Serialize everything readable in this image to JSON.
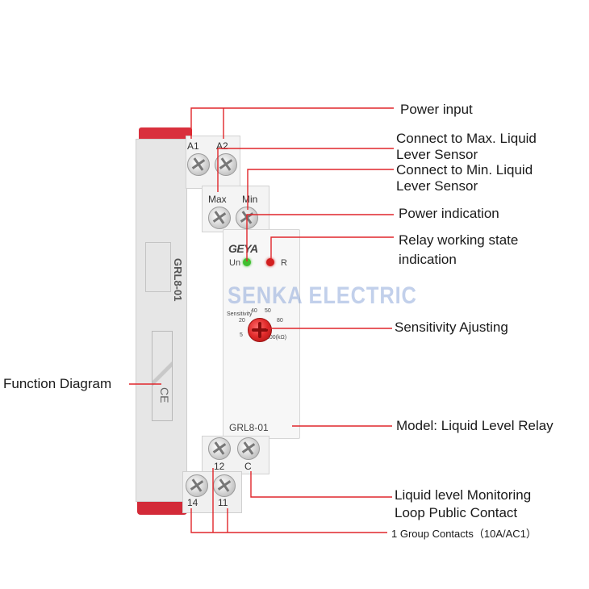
{
  "callouts": {
    "power_input": "Power input",
    "connect_max_1": "Connect to Max. Liquid",
    "connect_max_2": "Lever Sensor",
    "connect_min_1": "Connect to Min. Liquid",
    "connect_min_2": "Lever Sensor",
    "power_indication": "Power indication",
    "relay_state_1": "Relay working state",
    "relay_state_2": "indication",
    "sensitivity": "Sensitivity Ajusting",
    "function_diagram": "Function Diagram",
    "model": "Model: Liquid Level Relay",
    "monitoring_1": "Liquid level Monitoring",
    "monitoring_2": "Loop Public Contact",
    "group_contacts": "1 Group Contacts（10A/AC1）"
  },
  "device": {
    "brand": "GEYA",
    "model_side": "GRL8-01",
    "model_front": "GRL8-01",
    "led_un": "Un",
    "led_r": "R",
    "dial_title": "Sensitivity",
    "dial_marks": [
      "5",
      "20",
      "40",
      "50",
      "80",
      "100(kΩ)"
    ],
    "ce_mark": "CE",
    "terminals": {
      "a1": "A1",
      "a2": "A2",
      "max": "Max",
      "min": "Min",
      "t12": "12",
      "tc": "C",
      "t14": "14",
      "t11": "11"
    }
  },
  "watermark": "SENKA ELECTRIC",
  "colors": {
    "callout_line": "#e0262b",
    "led_green": "#3fbf2f",
    "led_red": "#d21f1f",
    "knob_red": "#e02a2a",
    "housing": "#f2f2f2",
    "end_clip": "#d9303d"
  }
}
